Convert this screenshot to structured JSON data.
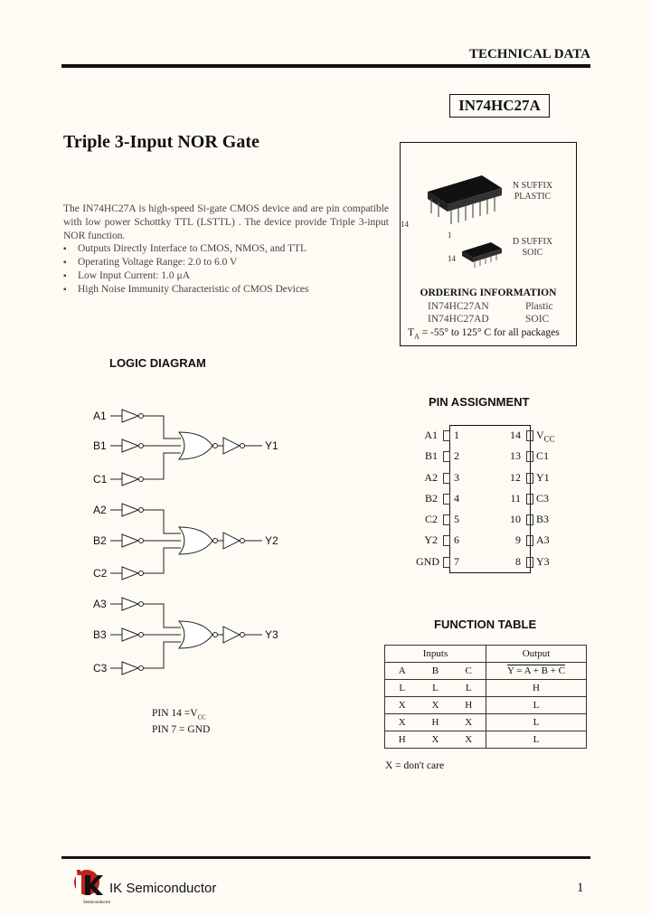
{
  "header": {
    "label": "TECHNICAL DATA",
    "part_number": "IN74HC27A"
  },
  "title": "Triple 3-Input NOR Gate",
  "description": "The IN74HC27A is high-speed Si-gate CMOS device and are pin compatible with low power Schottky TTL (LSTTL) . The device provide Triple 3-input NOR function.",
  "features": [
    "Outputs Directly Interface to CMOS, NMOS, and TTL",
    "Operating Voltage Range: 2.0 to 6.0 V",
    "Low Input Current: 1.0 μA",
    "High Noise Immunity Characteristic of CMOS Devices"
  ],
  "package": {
    "n_suffix": "N SUFFIX",
    "n_type": "PLASTIC",
    "d_suffix": "D SUFFIX",
    "d_type": "SOIC",
    "pin14": "14",
    "pin1": "1",
    "pin14b": "14"
  },
  "ordering": {
    "title": "ORDERING INFORMATION",
    "rows": [
      {
        "part": "IN74HC27AN",
        "pkg": "Plastic"
      },
      {
        "part": "IN74HC27AD",
        "pkg": "SOIC"
      }
    ],
    "temp_prefix": "T",
    "temp_sub": "A",
    "temp_text": " = -55° to 125° C for all packages"
  },
  "logic": {
    "title": "LOGIC DIAGRAM",
    "inputs": [
      "A1",
      "B1",
      "C1",
      "A2",
      "B2",
      "C2",
      "A3",
      "B3",
      "C3"
    ],
    "outputs": [
      "Y1",
      "Y2",
      "Y3"
    ],
    "pin14_prefix": "PIN 14 =V",
    "pin14_sub": "CC",
    "pin7": "PIN 7 = GND"
  },
  "pins": {
    "title": "PIN ASSIGNMENT",
    "left": [
      {
        "name": "A1",
        "num": "1"
      },
      {
        "name": "B1",
        "num": "2"
      },
      {
        "name": "A2",
        "num": "3"
      },
      {
        "name": "B2",
        "num": "4"
      },
      {
        "name": "C2",
        "num": "5"
      },
      {
        "name": "Y2",
        "num": "6"
      },
      {
        "name": "GND",
        "num": "7"
      }
    ],
    "right": [
      {
        "name": "V",
        "sub": "CC",
        "num": "14"
      },
      {
        "name": "C1",
        "num": "13"
      },
      {
        "name": "Y1",
        "num": "12"
      },
      {
        "name": "C3",
        "num": "11"
      },
      {
        "name": "B3",
        "num": "10"
      },
      {
        "name": "A3",
        "num": "9"
      },
      {
        "name": "Y3",
        "num": "8"
      }
    ]
  },
  "function_table": {
    "title": "FUNCTION TABLE",
    "inputs_label": "Inputs",
    "output_label": "Output",
    "col_a": "A",
    "col_b": "B",
    "col_c": "C",
    "col_y": "Y = A + B + C",
    "rows": [
      [
        "L",
        "L",
        "L",
        "H"
      ],
      [
        "X",
        "X",
        "H",
        "L"
      ],
      [
        "X",
        "H",
        "X",
        "L"
      ],
      [
        "H",
        "X",
        "X",
        "L"
      ]
    ],
    "note": "X = don't care"
  },
  "footer": {
    "company": "IK Semiconductor",
    "logo_sub": "Semiconductor",
    "page": "1"
  }
}
